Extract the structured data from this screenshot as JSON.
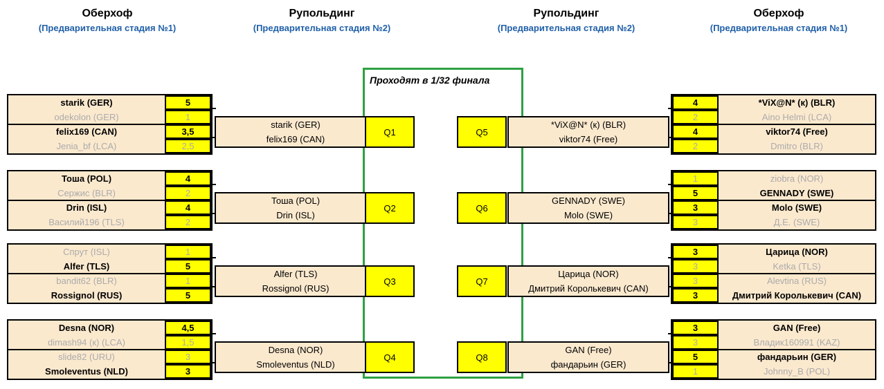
{
  "headers": [
    {
      "city": "Оберхоф",
      "stage": "(Предварительная стадия №1)"
    },
    {
      "city": "Рупольдинг",
      "stage": "(Предварительная стадия №2)"
    },
    {
      "city": "Рупольдинг",
      "stage": "(Предварительная стадия №2)"
    },
    {
      "city": "Оберхоф",
      "stage": "(Предварительная стадия №1)"
    }
  ],
  "qualification": {
    "title": "Проходят в 1/32 финала",
    "frame_color": "#2EA042"
  },
  "colors": {
    "box_fill": "#FBE9CE",
    "score_fill": "#FFFF00",
    "border": "#000000",
    "winner_text": "#000000",
    "loser_text": "#ABABAB",
    "header_city": "#000000",
    "header_stage": "#1F5FA8"
  },
  "left_groups": [
    {
      "id": "group-1",
      "players": [
        {
          "name": "starik (GER)",
          "score": "5",
          "winner": true
        },
        {
          "name": "odekolon (GER)",
          "score": "1",
          "winner": false
        },
        {
          "name": "felix169 (CAN)",
          "score": "3,5",
          "winner": true
        },
        {
          "name": "Jenia_bf (LCA)",
          "score": "2,5",
          "winner": false
        }
      ]
    },
    {
      "id": "group-2",
      "players": [
        {
          "name": "Тоша (POL)",
          "score": "4",
          "winner": true
        },
        {
          "name": "Сержис (BLR)",
          "score": "2",
          "winner": false
        },
        {
          "name": "Drin (ISL)",
          "score": "4",
          "winner": true
        },
        {
          "name": "Василий196 (TLS)",
          "score": "2",
          "winner": false
        }
      ]
    },
    {
      "id": "group-3",
      "players": [
        {
          "name": "Спрут (ISL)",
          "score": "1",
          "winner": false
        },
        {
          "name": "Alfer (TLS)",
          "score": "5",
          "winner": true
        },
        {
          "name": "bandit62 (BLR)",
          "score": "1",
          "winner": false
        },
        {
          "name": "Rossignol (RUS)",
          "score": "5",
          "winner": true
        }
      ]
    },
    {
      "id": "group-4",
      "players": [
        {
          "name": "Desna (NOR)",
          "score": "4,5",
          "winner": true
        },
        {
          "name": "dimash94 (к) (LCA)",
          "score": "1,5",
          "winner": false
        },
        {
          "name": "slide82 (URU)",
          "score": "3",
          "winner": false
        },
        {
          "name": "Smoleventus (NLD)",
          "score": "3",
          "winner": true
        }
      ]
    }
  ],
  "right_groups": [
    {
      "id": "group-5",
      "players": [
        {
          "name": "*ViX@N* (к) (BLR)",
          "score": "4",
          "winner": true
        },
        {
          "name": "Aino Helmi (LCA)",
          "score": "2",
          "winner": false
        },
        {
          "name": "viktor74 (Free)",
          "score": "4",
          "winner": true
        },
        {
          "name": "Dmitro (BLR)",
          "score": "2",
          "winner": false
        }
      ]
    },
    {
      "id": "group-6",
      "players": [
        {
          "name": "ziobra (NOR)",
          "score": "1",
          "winner": false
        },
        {
          "name": "GENNADY (SWE)",
          "score": "5",
          "winner": true
        },
        {
          "name": "Molo (SWE)",
          "score": "3",
          "winner": true
        },
        {
          "name": "Д.Е. (SWE)",
          "score": "3",
          "winner": false
        }
      ]
    },
    {
      "id": "group-7",
      "players": [
        {
          "name": "Царица (NOR)",
          "score": "3",
          "winner": true
        },
        {
          "name": "Ketka (TLS)",
          "score": "3",
          "winner": false
        },
        {
          "name": "Alevtina (RUS)",
          "score": "3",
          "winner": false
        },
        {
          "name": "Дмитрий Королькевич (CAN)",
          "score": "3",
          "winner": true
        }
      ]
    },
    {
      "id": "group-8",
      "players": [
        {
          "name": "GAN (Free)",
          "score": "3",
          "winner": true
        },
        {
          "name": "Владик160991 (KAZ)",
          "score": "3",
          "winner": false
        },
        {
          "name": "фандарьин (GER)",
          "score": "5",
          "winner": true
        },
        {
          "name": "Johnny_B (POL)",
          "score": "1",
          "winner": false
        }
      ]
    }
  ],
  "left_qualifiers": [
    {
      "code": "Q1",
      "p1": "starik (GER)",
      "p2": "felix169 (CAN)"
    },
    {
      "code": "Q2",
      "p1": "Тоша (POL)",
      "p2": "Drin (ISL)"
    },
    {
      "code": "Q3",
      "p1": "Alfer (TLS)",
      "p2": "Rossignol (RUS)"
    },
    {
      "code": "Q4",
      "p1": "Desna (NOR)",
      "p2": "Smoleventus (NLD)"
    }
  ],
  "right_qualifiers": [
    {
      "code": "Q5",
      "p1": "*ViX@N* (к) (BLR)",
      "p2": "viktor74 (Free)"
    },
    {
      "code": "Q6",
      "p1": "GENNADY (SWE)",
      "p2": "Molo (SWE)"
    },
    {
      "code": "Q7",
      "p1": "Царица (NOR)",
      "p2": "Дмитрий Королькевич (CAN)"
    },
    {
      "code": "Q8",
      "p1": "GAN (Free)",
      "p2": "фандарьин (GER)"
    }
  ]
}
